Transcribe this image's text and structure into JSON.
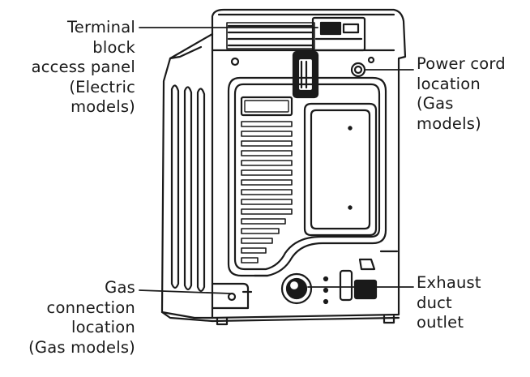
{
  "callouts": {
    "terminal_block": {
      "lines": [
        "Terminal",
        "block",
        "access panel",
        "(Electric",
        "models)"
      ]
    },
    "gas_connection": {
      "lines": [
        "Gas",
        "connection",
        "location",
        "(Gas models)"
      ]
    },
    "power_cord": {
      "lines": [
        "Power cord",
        "location",
        "(Gas",
        "models)"
      ]
    },
    "exhaust_duct": {
      "lines": [
        "Exhaust",
        "duct",
        "outlet"
      ]
    }
  },
  "colors": {
    "ink": "#1a1a1a",
    "background": "#ffffff"
  }
}
